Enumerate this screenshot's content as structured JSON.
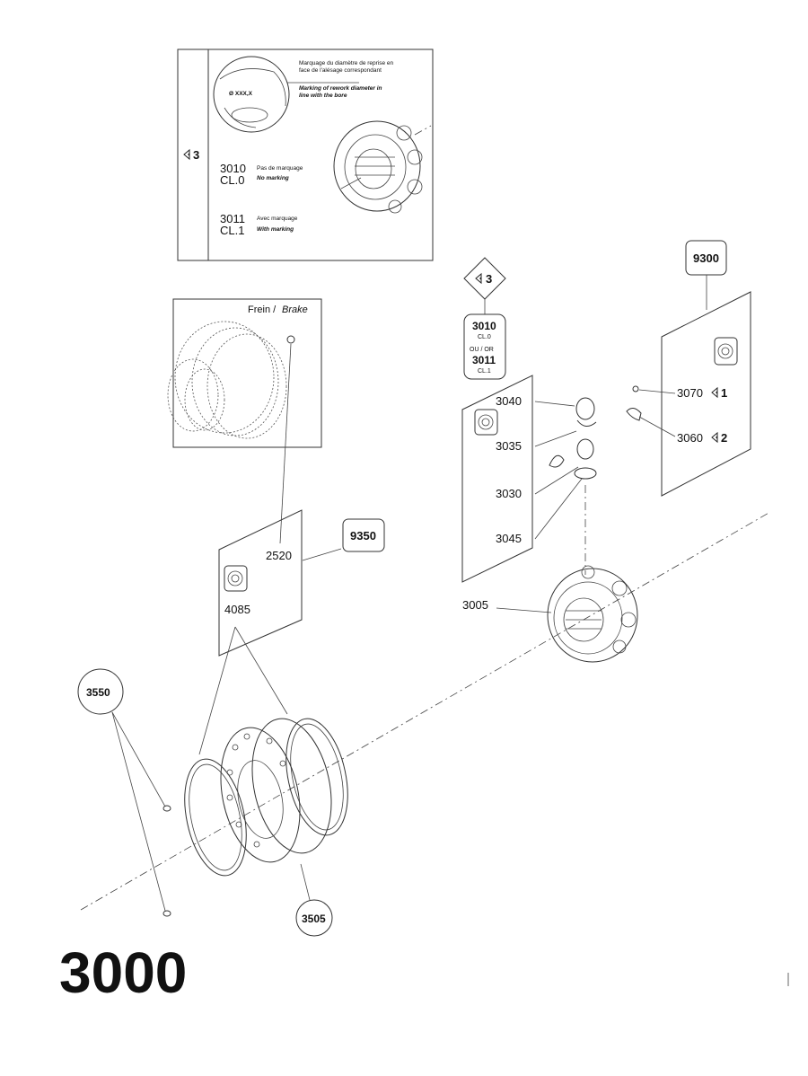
{
  "figure_number": "3000",
  "detail_box": {
    "ref_marker": "3",
    "note_fr": "Marquage du diamètre de reprise en",
    "note_fr_2": "face de l'alésage correspondant",
    "note_en": "Marking of rework diameter in",
    "note_en_2": "line with the bore",
    "marking_text": "Ø XXX,X",
    "variant_a_part": "3010",
    "variant_a_class": "CL.0",
    "variant_a_fr": "Pas de marquage",
    "variant_a_en": "No marking",
    "variant_b_part": "3011",
    "variant_b_class": "CL.1",
    "variant_b_fr": "Avec marquage",
    "variant_b_en": "With marking"
  },
  "brake_box": {
    "title_fr": "Frein /",
    "title_en": "Brake"
  },
  "center_group": {
    "ref_marker": "3",
    "part_a": "3010",
    "class_a": "CL.0",
    "or_text": "OU / OR",
    "part_b": "3011",
    "class_b": "CL.1",
    "callouts": [
      "3040",
      "3035",
      "3030",
      "3045",
      "3005"
    ]
  },
  "right_group": {
    "kit": "9300",
    "item_1_part": "3070",
    "item_1_ref": "1",
    "item_2_part": "3060",
    "item_2_ref": "2"
  },
  "left_group": {
    "kit": "9350",
    "part_2520": "2520",
    "part_4085": "4085",
    "bubble_3550": "3550",
    "bubble_3505": "3505"
  },
  "icons": [
    "kit-card-icon",
    "reference-diamond-icon"
  ]
}
